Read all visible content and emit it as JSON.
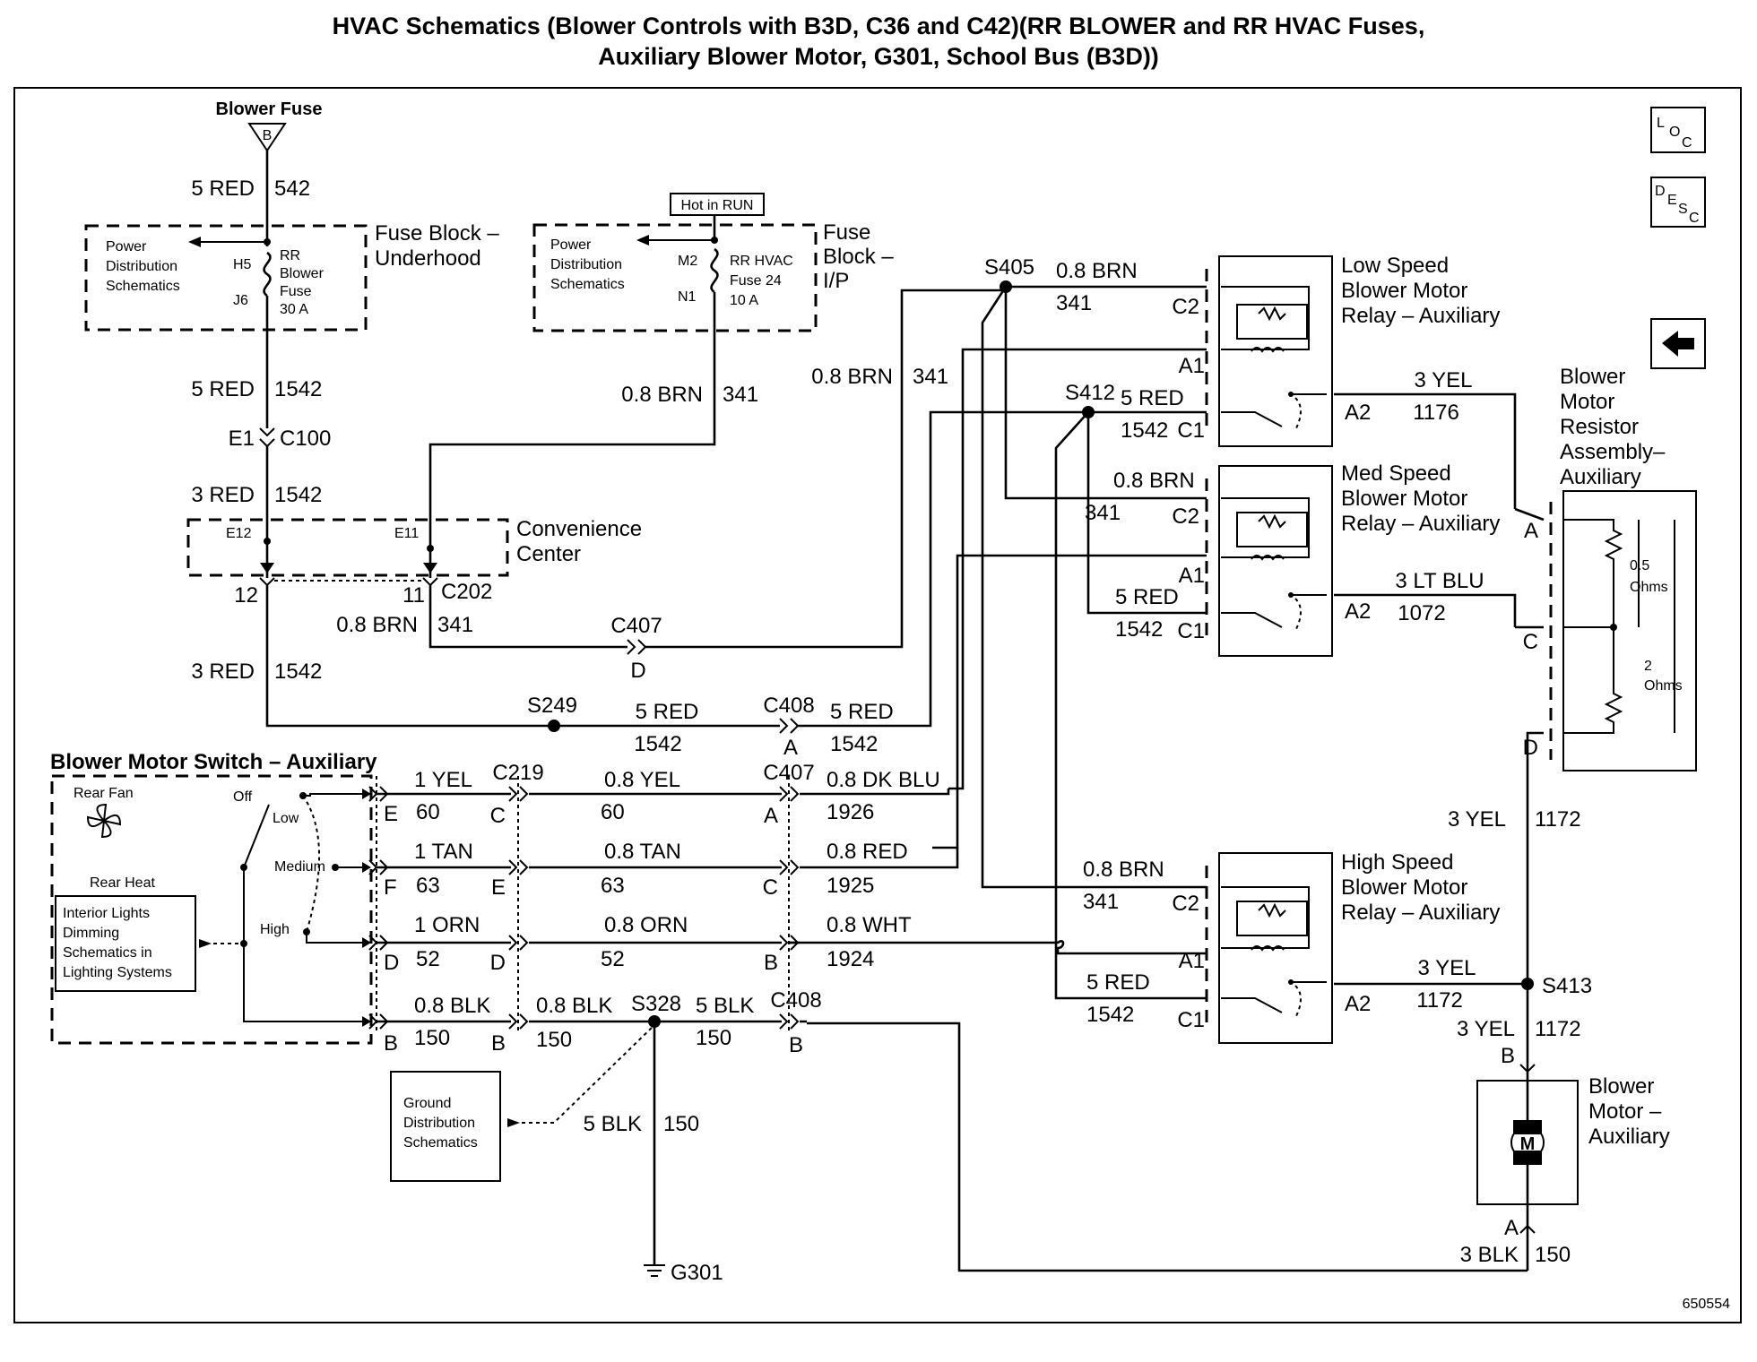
{
  "title": {
    "line1": "HVAC Schematics (Blower Controls with B3D, C36 and C42)(RR BLOWER and RR HVAC Fuses,",
    "line2": "Auxiliary Blower Motor, G301, School Bus (B3D))"
  },
  "diagram_id": "650554",
  "icons": {
    "loc": [
      "L",
      "O",
      "C"
    ],
    "desc": [
      "D",
      "E",
      "S",
      "C"
    ],
    "back": "back-arrow-icon"
  },
  "blower_fuse": {
    "label": "Blower Fuse",
    "letter": "B"
  },
  "fuse_block_underhood": {
    "name": [
      "Fuse Block –",
      "Underhood"
    ],
    "pds": [
      "Power",
      "Distribution",
      "Schematics"
    ],
    "pins": [
      "H5",
      "J6"
    ],
    "fuse": [
      "RR",
      "Blower",
      "Fuse",
      "30 A"
    ]
  },
  "fuse_block_ip": {
    "hot": "Hot in RUN",
    "name": [
      "Fuse",
      "Block –",
      "I/P"
    ],
    "pds": [
      "Power",
      "Distribution",
      "Schematics"
    ],
    "pins": [
      "M2",
      "N1"
    ],
    "fuse": [
      "RR HVAC",
      "Fuse 24",
      "10 A"
    ]
  },
  "convenience_center": {
    "name": [
      "Convenience",
      "Center"
    ],
    "pins": [
      "E12",
      "E11"
    ]
  },
  "wires": {
    "w_5red_542": [
      "5 RED",
      "542"
    ],
    "w_5red_1542": [
      "5 RED",
      "1542"
    ],
    "c100": [
      "E1",
      "C100"
    ],
    "w_3red_1542_a": [
      "3 RED",
      "1542"
    ],
    "w_brn_341_ip": [
      "0.8 BRN",
      "341"
    ],
    "c202": [
      "12",
      "11",
      "C202"
    ],
    "w_brn_341_c202": [
      "0.8 BRN",
      "341"
    ],
    "c407_d": [
      "C407",
      "D"
    ],
    "w_3red_1542_b": [
      "3 RED",
      "1542"
    ],
    "s249": "S249",
    "w_5red_1542_s249": [
      "5 RED",
      "1542"
    ],
    "c408_a": [
      "C408",
      "A"
    ],
    "w_5red_1542_c408": [
      "5 RED",
      "1542"
    ],
    "w_brn_341_vert": [
      "0.8 BRN",
      "341"
    ],
    "s405": "S405",
    "w_brn_341_s405": [
      "0.8 BRN",
      "341"
    ],
    "s412": "S412",
    "w_5red_1542_s412": [
      "5 RED",
      "1542"
    ]
  },
  "low_relay": {
    "name": [
      "Low Speed",
      "Blower Motor",
      "Relay – Auxiliary"
    ],
    "pins": [
      "C2",
      "A1",
      "C1",
      "A2"
    ],
    "out": [
      "3 YEL",
      "1176"
    ]
  },
  "med_relay": {
    "name": [
      "Med Speed",
      "Blower Motor",
      "Relay – Auxiliary"
    ],
    "pins": [
      "C2",
      "A1",
      "C1",
      "A2"
    ],
    "in_top": [
      "0.8 BRN",
      "341"
    ],
    "in_bot": [
      "5 RED",
      "1542"
    ],
    "out": [
      "3 LT BLU",
      "1072"
    ]
  },
  "high_relay": {
    "name": [
      "High Speed",
      "Blower Motor",
      "Relay – Auxiliary"
    ],
    "pins": [
      "C2",
      "A1",
      "C1",
      "A2"
    ],
    "in_top": [
      "0.8 BRN",
      "341"
    ],
    "in_bot": [
      "5 RED",
      "1542"
    ],
    "out": [
      "3 YEL",
      "1172"
    ]
  },
  "resistor": {
    "name": [
      "Blower",
      "Motor",
      "Resistor",
      "Assembly–",
      "Auxiliary"
    ],
    "pins": [
      "A",
      "C",
      "D"
    ],
    "r1": [
      "0.5",
      "Ohms"
    ],
    "r2": [
      "2",
      "Ohms"
    ]
  },
  "resistor_out": [
    "3 YEL",
    "1172"
  ],
  "s413": "S413",
  "motor_feed": [
    "3 YEL",
    "1172",
    "B"
  ],
  "motor": {
    "name": [
      "Blower",
      "Motor –",
      "Auxiliary"
    ],
    "symbol": "M"
  },
  "motor_ground": [
    "A",
    "3 BLK",
    "150"
  ],
  "switch": {
    "name": "Blower Motor Switch – Auxiliary",
    "rear_fan": "Rear Fan",
    "rear_heat": "Rear Heat",
    "positions": [
      "Off",
      "Low",
      "Medium",
      "High"
    ],
    "lights": [
      "Interior Lights",
      "Dimming",
      "Schematics in",
      "Lighting Systems"
    ]
  },
  "switch_wires": [
    {
      "pin": "E",
      "color": "1 YEL",
      "circuit": "60",
      "c219_pin": "C",
      "mid_color": "0.8 YEL",
      "mid_circuit": "60",
      "c407_pin": "A",
      "out_color": "0.8 DK BLU",
      "out_circuit": "1926"
    },
    {
      "pin": "F",
      "color": "1 TAN",
      "circuit": "63",
      "c219_pin": "E",
      "mid_color": "0.8 TAN",
      "mid_circuit": "63",
      "c407_pin": "C",
      "out_color": "0.8 RED",
      "out_circuit": "1925"
    },
    {
      "pin": "D",
      "color": "1 ORN",
      "circuit": "52",
      "c219_pin": "D",
      "mid_color": "0.8 ORN",
      "mid_circuit": "52",
      "c407_pin": "B",
      "out_color": "0.8 WHT",
      "out_circuit": "1924"
    }
  ],
  "connectors": {
    "c219": "C219",
    "c407": "C407",
    "c408": "C408"
  },
  "ground_wire": {
    "pin": "B",
    "color": "0.8 BLK",
    "circuit": "150",
    "c219_pin": "B",
    "mid_color": "0.8 BLK",
    "mid_circuit": "150",
    "splice": "S328",
    "out_color": "5 BLK",
    "out_circuit": "150",
    "c408_pin": "B"
  },
  "ground_dist": [
    "Ground",
    "Distribution",
    "Schematics"
  ],
  "ground_drop": [
    "5 BLK",
    "150"
  ],
  "g301": "G301"
}
